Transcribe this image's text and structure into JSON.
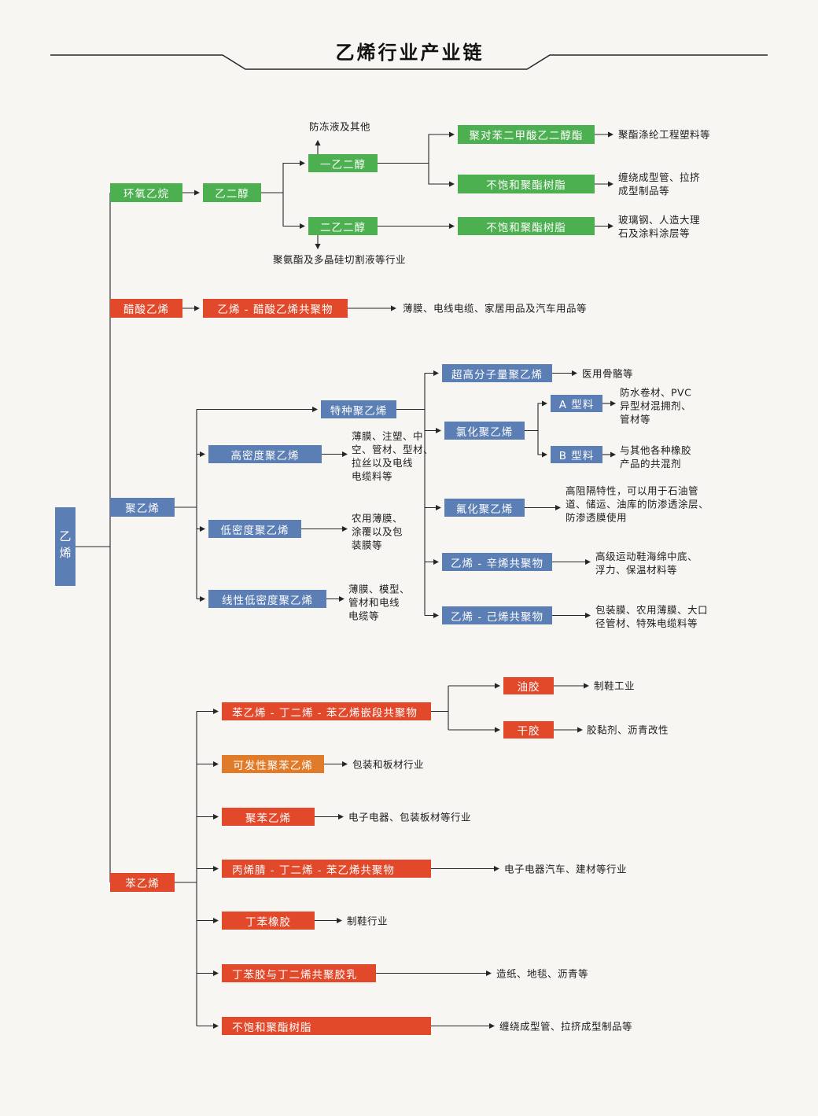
{
  "title": "乙烯行业产业链",
  "colors": {
    "green": "#4caf50",
    "blue": "#5b7eb5",
    "red": "#e2492b",
    "orange": "#e07b2a",
    "line": "#262626",
    "bg": "#f7f6f3"
  },
  "nodes": {
    "ethylene": "乙烯",
    "eo": "环氧乙烷",
    "glycol": "乙二醇",
    "meg": "一乙二醇",
    "deg": "二乙二醇",
    "pet": "聚对苯二甲酸乙二醇酯",
    "upr_green_1": "不饱和聚酯树脂",
    "upr_green_2": "不饱和聚酯树脂",
    "vam": "醋酸乙烯",
    "eva": "乙烯 - 醋酸乙烯共聚物",
    "pe": "聚乙烯",
    "spe": "特种聚乙烯",
    "hdpe": "高密度聚乙烯",
    "ldpe": "低密度聚乙烯",
    "lldpe": "线性低密度聚乙烯",
    "uhmwpe": "超高分子量聚乙烯",
    "cpe": "氯化聚乙烯",
    "type_a": "A 型料",
    "type_b": "B 型料",
    "fpe": "氟化聚乙烯",
    "poe": "乙烯 - 辛烯共聚物",
    "ehc": "乙烯 - 己烯共聚物",
    "styrene": "苯乙烯",
    "sbs": "苯乙烯 - 丁二烯 - 苯乙烯嵌段共聚物",
    "oil": "油胶",
    "dry": "干胶",
    "eps": "可发性聚苯乙烯",
    "ps": "聚苯乙烯",
    "abs": "丙烯腈 - 丁二烯 - 苯乙烯共聚物",
    "sbr": "丁苯橡胶",
    "latex": "丁苯胶与丁二烯共聚胶乳",
    "upr_red": "不饱和聚酯树脂"
  },
  "uses": {
    "antifreeze": "防冻液及其他",
    "pu": "聚氨酯及多晶硅切割液等行业",
    "pet": "聚酯涤纶工程塑料等",
    "upr1": "缠绕成型管、拉挤\n成型制品等",
    "upr2": "玻璃钢、人造大理\n石及涂料涂层等",
    "eva": "薄膜、电线电缆、家居用品及汽车用品等",
    "uhmwpe": "医用骨骼等",
    "type_a": "防水卷材、PVC\n异型材混拥剂、\n管材等",
    "type_b": "与其他各种橡胶\n产品的共混剂",
    "fpe": "高阻隔特性，可以用于石油管\n道、储运、油库的防渗透涂层、\n防渗透膜使用",
    "poe": "高级运动鞋海绵中底、\n浮力、保温材料等",
    "ehc": "包装膜、农用薄膜、大口\n径管材、特殊电缆料等",
    "hdpe": "薄膜、注塑、中\n空、管材、型材、\n拉丝以及电线\n电缆料等",
    "ldpe": "农用薄膜、\n涂覆以及包\n装膜等",
    "lldpe": "薄膜、模型、\n管材和电线\n电缆等",
    "oil": "制鞋工业",
    "dry": "胶黏剂、沥青改性",
    "eps": "包装和板材行业",
    "ps": "电子电器、包装板材等行业",
    "abs": "电子电器汽车、建材等行业",
    "sbr": "制鞋行业",
    "latex": "造纸、地毯、沥青等",
    "upr3": "缠绕成型管、拉挤成型制品等"
  }
}
